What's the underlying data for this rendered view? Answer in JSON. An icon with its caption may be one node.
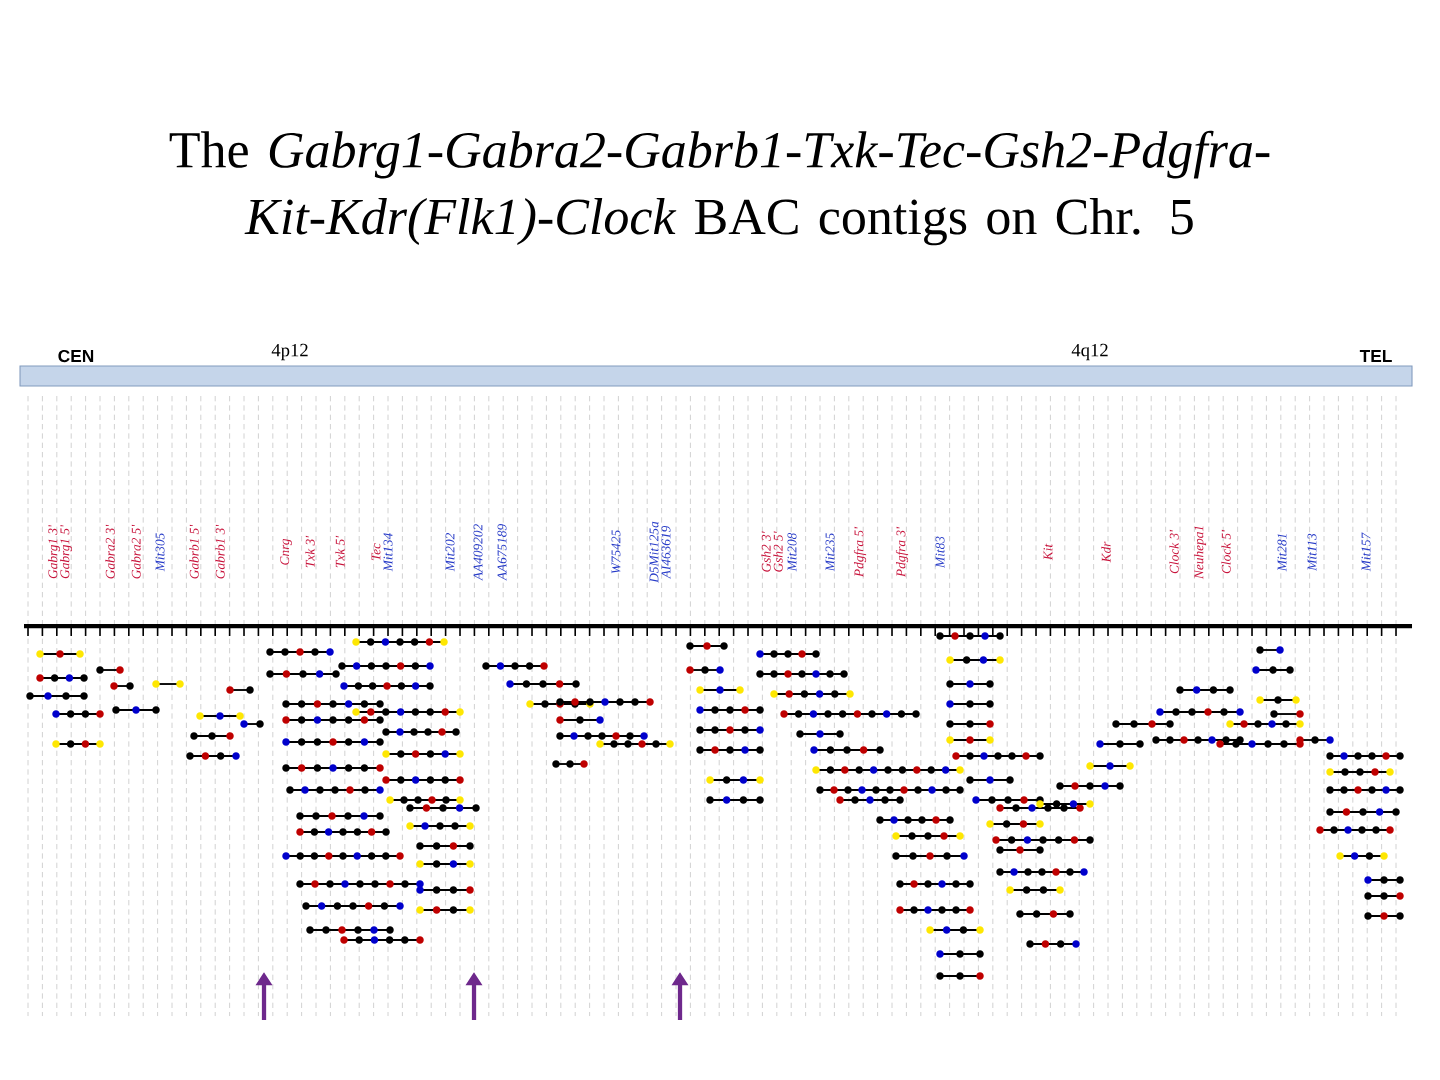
{
  "diagram": {
    "title": "The *Gabrg1-Gabra2-Gabrb1-Txk-Tec-Gsh2-Pdgfra-Kit-Kdr(Flk1)-Clock* BAC contigs on Chr. 5",
    "labels": [
      "CEN",
      "4p12",
      "4q12",
      "TEL",
      "Gabrg1 3'",
      "Gabrg1 5'",
      "Gabra2 3'",
      "Gabra2 5'",
      "Mit305",
      "Gabrb1 5'",
      "Gabrb1 3'",
      "Cnrg",
      "Txk 3'",
      "Txk 5'",
      "Tec",
      "Mit134",
      "Mit202",
      "AA409202",
      "AA675189",
      "W75425",
      "D5Mit125a",
      "AI463619",
      "Gsh2 3'",
      "Gsh2 5'",
      "Mit208",
      "Mit235",
      "Pdgfra 5'",
      "Pdgfra 3'",
      "Mit83",
      "Kit",
      "Kdr",
      "Clock 3'",
      "Neuhepa1",
      "Clock 5'",
      "Mit281",
      "Mit113",
      "Mit157"
    ]
  }
}
